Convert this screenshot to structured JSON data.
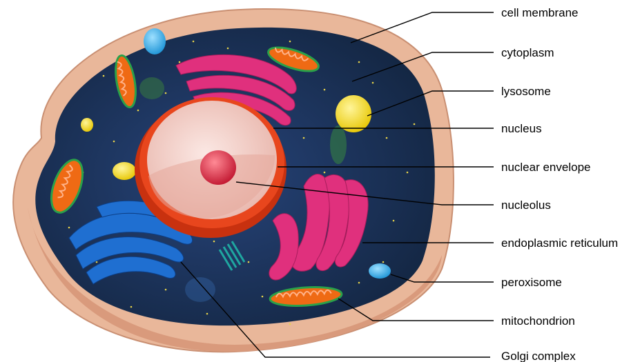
{
  "labels": [
    {
      "id": "cell-membrane",
      "text": "cell membrane"
    },
    {
      "id": "cytoplasm",
      "text": "cytoplasm"
    },
    {
      "id": "lysosome",
      "text": "lysosome"
    },
    {
      "id": "nucleus",
      "text": "nucleus"
    },
    {
      "id": "nuclear-envelope",
      "text": "nuclear envelope"
    },
    {
      "id": "nucleolus",
      "text": "nucleolus"
    },
    {
      "id": "endoplasmic-reticulum",
      "text": "endoplasmic reticulum"
    },
    {
      "id": "peroxisome",
      "text": "peroxisome"
    },
    {
      "id": "mitochondrion",
      "text": "mitochondrion"
    },
    {
      "id": "golgi-complex",
      "text": "Golgi complex"
    }
  ],
  "colors": {
    "membrane": "#e9b79a",
    "cytoplasm": "#1a2f55",
    "nuclear_envelope": "#e8461d",
    "nucleus_interior": "#f1d2cc",
    "nucleolus": "#d9223a",
    "endoplasmic_reticulum": "#e0307d",
    "golgi": "#1f6fd1",
    "mitochondrion": "#ef6a14",
    "mitochondrion_outline": "#2aa14a",
    "lysosome": "#f5e21a",
    "peroxisome": "#38aee8"
  }
}
